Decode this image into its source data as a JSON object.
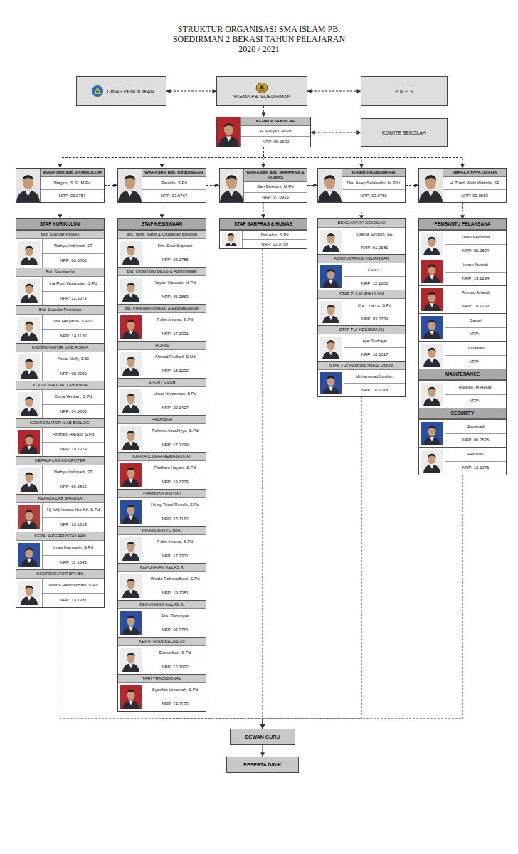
{
  "diagram": {
    "title": "STRUKTUR ORGANISASI SMA ISLAM PB. SOEDIRMAN 2 BEKASI TAHUN PELAJARAN 2020 / 2021",
    "nodes": [
      {
        "text": [
          "DINAS PENDIDIKAN"
        ]
      },
      {
        "text": [
          "YASMA PB. SOEDIRMAN"
        ]
      },
      {
        "text": [
          "B M P S"
        ]
      },
      {
        "text": [
          "KEPALA SEKOLAH",
          "H. Panjan, M.Pd",
          "NRP: 99.0602"
        ]
      },
      {
        "text": [
          "KOMITE SEKOLAH"
        ]
      },
      {
        "text": [
          "WAKASEK BID. KURIKULUM",
          "Wagino, S.Si, M.Pd",
          "NRP: 03.0757"
        ]
      },
      {
        "text": [
          "WAKASEK BID. KESISWAAN",
          "Rinaldo, S.Pd",
          "NRP: 03.0767"
        ]
      },
      {
        "text": [
          "WAKASEK BID. SARPRAS & HUMAS",
          "Sari Dostiani, M.Pd",
          "NRP: 07.0915"
        ]
      },
      {
        "text": [
          "KABID KEAGAMAAN",
          "Drs. Asep Salahudin, M.Pd.I",
          "NRP: 03.0756"
        ]
      },
      {
        "text": [
          "KEPALA TATA USAHA",
          "H. Triadi Wahi Wahida, SE",
          "NRP: 99.0583"
        ]
      },
      {
        "text": [
          "STAF KURIKULUM"
        ]
      },
      {
        "text": [
          "Bid. Standar Proses",
          "Wahyu Indriyadi, ST",
          "NRP: 06.0862"
        ],
        "in": 10
      },
      {
        "text": [
          "Bid. Standar Isi",
          "Ina Putri Wulandari, S.Pd",
          "NRP: 12.1073"
        ],
        "in": 10
      },
      {
        "text": [
          "Bid. Standar Penilaian",
          "Dwi Haryanto, S.Pd.I",
          "NRP: 14.1130"
        ],
        "in": 10
      },
      {
        "text": [
          "KOORDINATOR. LAB FISIKA",
          "Askal Nofly, S.Si",
          "NRP: 08.0950"
        ],
        "in": 10
      },
      {
        "text": [
          "KOORDINATOR. LAB KIMIA",
          "Dona Verdian, S.Pd",
          "NRP: 04.0806"
        ],
        "in": 10
      },
      {
        "text": [
          "KOORDINATOR. LAB BIOLOGI",
          "Firdhani Hayani, S.Pd",
          "NRP: 19.1379"
        ],
        "in": 10
      },
      {
        "text": [
          "KEPALA LAB KOMPUTER",
          "Wahyu Indriyadi, ST",
          "NRP: 06.0862"
        ],
        "in": 10
      },
      {
        "text": [
          "KEPALA LAB BAHASA",
          "Hj. Wiji Istiana Nur Kh, S.Pd",
          "NRP: 10.1013"
        ],
        "in": 10
      },
      {
        "text": [
          "KEPALA PERPUSTAKAAN",
          "Imas Kurniasih, S.Pd",
          "NRP: 11.1043"
        ],
        "in": 10
      },
      {
        "text": [
          "KOORDINATOR BP / BK",
          "Winda Rahmadhani, S.Pd",
          "NRP: 19.1381"
        ],
        "in": 10
      },
      {
        "text": [
          "STAF KESISWAAN"
        ]
      },
      {
        "text": [
          "Bid. Tatib, Mabit & Character Building",
          "Drs. Dodi Supriadi",
          "NRP: 03.0786"
        ],
        "in": 21
      },
      {
        "text": [
          "Bid. Organisasi BESS & Administrasi",
          "Yayan Hasnani, M.Pd",
          "NRP: 06.0863"
        ],
        "in": 21
      },
      {
        "text": [
          "Bid. Prestasi/Publikasi & Ekstrakulikuler",
          "Febri Antono, S.Pd",
          "NRP: 17.1301"
        ],
        "in": 21
      },
      {
        "text": [
          "ROHIS",
          "Ahmad Fudhail, S.Ud",
          "NRP: 18.1232"
        ],
        "in": 21
      },
      {
        "text": [
          "SPORT CLUB",
          "Umar Nurzaman, S.Pd",
          "NRP: 20.1427"
        ],
        "in": 21
      },
      {
        "text": [
          "PASKIBRA",
          "Ruhima Azzakiyya, S.Pd",
          "NRP: 17.1299"
        ],
        "in": 21
      },
      {
        "text": [
          "KARYA ILMIAH REMAJA (KIR)",
          "Firdhani Hayani, S.Pd",
          "NRP: 19.1379"
        ],
        "in": 21
      },
      {
        "text": [
          "PRAMUKA (PUTRI)",
          "Hesty Triani Rezeki, S.Pd",
          "NRP: 15.1160"
        ],
        "in": 21
      },
      {
        "text": [
          "PRAMUKA (PUTRA)",
          "Febri Antono, S.Pd",
          "NRP: 17.1301"
        ],
        "in": 21
      },
      {
        "text": [
          "KEPUTRIAN KELAS X",
          "Winda Rahmadhani, S.Pd",
          "NRP: 19.1381"
        ],
        "in": 21
      },
      {
        "text": [
          "KEPUTRIAN KELAS XI",
          "Dra. Rahmiyati",
          "NRP: 03.0761"
        ],
        "in": 21
      },
      {
        "text": [
          "KEPUTRIAN KELAS XII",
          "Diana Sari, S.Pd",
          "NRP: 12.1072"
        ],
        "in": 21
      },
      {
        "text": [
          "TARI TRADISIONAL",
          "Syarifah Umamah, S.Pd",
          "NRP: 14.1133"
        ],
        "in": 21
      },
      {
        "text": [
          "STAF SARPRAS & HUMAS"
        ]
      },
      {
        "text": [
          "Nur Alim, S.Pd",
          "NRP: 03.0759"
        ],
        "in": 35
      },
      {
        "text": [
          "BENDAHARA SEKOLAH",
          "Utama Singgih, SE",
          "NRP: 01.0681"
        ]
      },
      {
        "text": [
          "ADMINISTRASI KEUANGAN",
          "J u a r i",
          "NRP: 12.1086"
        ]
      },
      {
        "text": [
          "STAF TU/ KURIKULUM",
          "K a r y a t o, S.Pd",
          "NRP: 03.0769"
        ]
      },
      {
        "text": [
          "STAF TU/ KESISWAAN",
          "Ajat Sudrajat",
          "NRP: 10.1017"
        ]
      },
      {
        "text": [
          "STAF TU/ ADMINISTRASI UMUM",
          "Muhammad Ibrahim",
          "NRP: 10.1018"
        ]
      },
      {
        "text": [
          "PEMBANTU PELAKSANA"
        ]
      },
      {
        "text": [
          "Yanto Permana",
          "NRP: 05.0834"
        ],
        "in": 42
      },
      {
        "text": [
          "Imam Nursidi",
          "NRP: 19.1234"
        ],
        "in": 42
      },
      {
        "text": [
          "Ahmad Ariandi",
          "NRP: 19.1233"
        ],
        "in": 42
      },
      {
        "text": [
          "Sauwi",
          "NRP: -"
        ],
        "in": 42
      },
      {
        "text": [
          "Junawan",
          "NRP: -"
        ],
        "in": 42
      },
      {
        "text": [
          "MAINTENANCE"
        ]
      },
      {
        "text": [
          "Ridwan. M.Hasan",
          "NRP: -"
        ],
        "in": 48
      },
      {
        "text": [
          "SECURITY"
        ]
      },
      {
        "text": [
          "Supayadi",
          "NRP: 06.0536"
        ],
        "in": 50
      },
      {
        "text": [
          "Herianto",
          "NRP: 12.1075"
        ],
        "in": 50
      },
      {
        "text": [
          "DEWAN GURU"
        ]
      },
      {
        "text": [
          "PESERTA DIDIK"
        ]
      }
    ],
    "edges": [
      {
        "from": 0,
        "to": 1,
        "arrow": "both"
      },
      {
        "from": 1,
        "to": 2,
        "arrow": "both"
      },
      {
        "from": 1,
        "to": 3,
        "arrow": "to"
      },
      {
        "from": 3,
        "to": 4,
        "arrow": "both"
      },
      {
        "from": 3,
        "to": 5,
        "arrow": "to"
      },
      {
        "from": 3,
        "to": 6,
        "arrow": "to"
      },
      {
        "from": 3,
        "to": 7,
        "arrow": "to"
      },
      {
        "from": 3,
        "to": 8,
        "arrow": "to"
      },
      {
        "from": 3,
        "to": 9,
        "arrow": "to"
      },
      {
        "from": 5,
        "to": 6,
        "arrow": "to"
      },
      {
        "from": 6,
        "to": 7,
        "arrow": "to"
      },
      {
        "from": 7,
        "to": 8,
        "arrow": "to"
      },
      {
        "from": 8,
        "to": 9,
        "arrow": "to"
      },
      {
        "from": 5,
        "to": 10,
        "arrow": "to"
      },
      {
        "from": 6,
        "to": 21,
        "arrow": "to"
      },
      {
        "from": 7,
        "to": 35,
        "arrow": "to"
      },
      {
        "from": 9,
        "to": 37,
        "arrow": "to"
      },
      {
        "from": 9,
        "to": 42,
        "arrow": "to"
      },
      {
        "from": 10,
        "to": 53,
        "arrow": "to"
      },
      {
        "from": 21,
        "to": 53,
        "arrow": "to"
      },
      {
        "from": 35,
        "to": 53,
        "arrow": "to"
      },
      {
        "from": 41,
        "to": 53,
        "arrow": "to"
      },
      {
        "from": 50,
        "to": 53,
        "arrow": "to"
      },
      {
        "from": 53,
        "to": 54,
        "arrow": "to"
      }
    ]
  }
}
